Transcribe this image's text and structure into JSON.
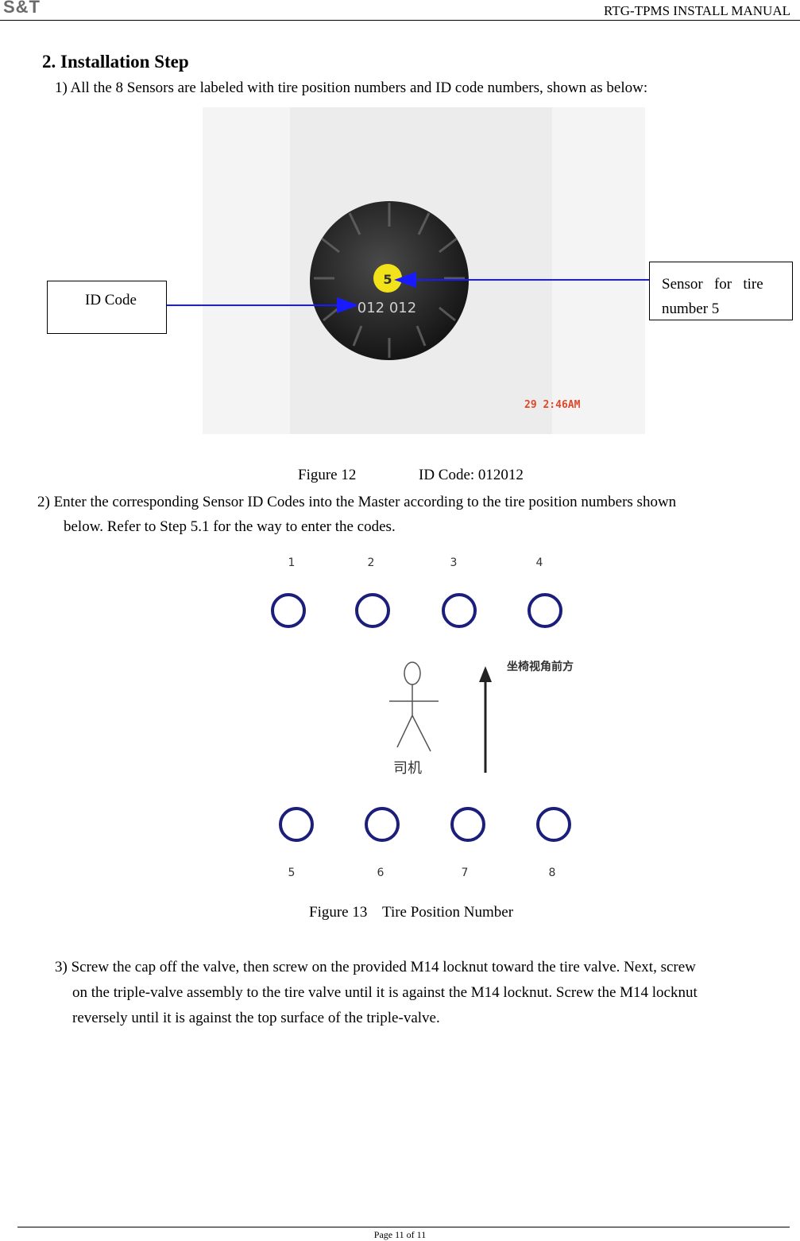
{
  "header": {
    "logo": "S&T",
    "title": "RTG-TPMS INSTALL MANUAL"
  },
  "section_title": "2. Installation Step",
  "step1": "1) All the 8 Sensors are labeled with tire position numbers and ID code numbers, shown as below:",
  "photo": {
    "cap_number": "5",
    "cap_code": "012 012",
    "timestamp": "29  2:46AM"
  },
  "callouts": {
    "id_code": "ID Code",
    "sensor_line1": "Sensor   for   tire",
    "sensor_line2": "number 5"
  },
  "figure12": {
    "label": "Figure 12",
    "caption": "ID Code: 012012"
  },
  "step2": {
    "line1": "2) Enter the corresponding Sensor ID Codes into the Master according to the tire position numbers shown",
    "line2": "below. Refer to Step 5.1 for the way to enter the codes."
  },
  "tire_diagram": {
    "front_numbers": [
      "1",
      "2",
      "3",
      "4"
    ],
    "rear_numbers": [
      "5",
      "6",
      "7",
      "8"
    ],
    "driver_label": "司机",
    "direction_label": "坐椅视角前方"
  },
  "figure13": {
    "caption": "Figure 13    Tire Position Number"
  },
  "step3": {
    "line1": "3) Screw the cap off the valve, then screw on the provided M14 locknut toward the tire valve. Next, screw",
    "line2": "on the triple-valve assembly to the tire valve until it is against the M14 locknut. Screw the M14 locknut",
    "line3": "reversely until it is against the top surface of the triple-valve."
  },
  "footer": {
    "page": "Page 11 of 11"
  },
  "colors": {
    "arrow": "#1a1aff",
    "tire_ring": "#1b1f7a",
    "sensor_body": "#2a2a2a",
    "sensor_cap": "#f2e21a"
  }
}
